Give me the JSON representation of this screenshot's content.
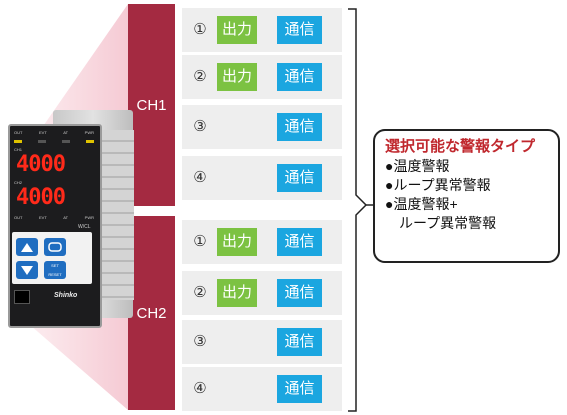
{
  "channels": [
    {
      "label": "CH1",
      "rows": [
        {
          "num": "①",
          "output": "出力",
          "comm": "通信"
        },
        {
          "num": "②",
          "output": "出力",
          "comm": "通信"
        },
        {
          "num": "③",
          "output": "",
          "comm": "通信"
        },
        {
          "num": "④",
          "output": "",
          "comm": "通信"
        }
      ]
    },
    {
      "label": "CH2",
      "rows": [
        {
          "num": "①",
          "output": "出力",
          "comm": "通信"
        },
        {
          "num": "②",
          "output": "出力",
          "comm": "通信"
        },
        {
          "num": "③",
          "output": "",
          "comm": "通信"
        },
        {
          "num": "④",
          "output": "",
          "comm": "通信"
        }
      ]
    }
  ],
  "callout": {
    "title": "選択可能な警報タイプ",
    "items": [
      "●温度警報",
      "●ループ異常警報",
      "●温度警報+",
      "ループ異常警報"
    ]
  },
  "device": {
    "indicators": [
      "OUT",
      "EVT",
      "AT",
      "PWR"
    ],
    "indicators2": [
      "OUT",
      "EVT",
      "AT",
      "PWR"
    ],
    "ch1_label": "CH1",
    "ch2_label": "CH2",
    "display1": "4000",
    "display2": "4000",
    "wcl_label": "W/CL",
    "set_label": "SET",
    "reset_label": "RESET",
    "brand": "Shinko"
  },
  "colors": {
    "channel": "#a42a41",
    "output": "#7cc242",
    "comm": "#1ba6e0",
    "callout_title": "#c0282e"
  }
}
